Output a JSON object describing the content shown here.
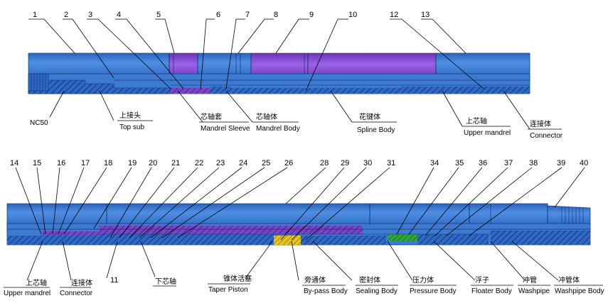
{
  "colors": {
    "body_blue": "#3f7fd6",
    "body_highlight": "#6fa8ee",
    "body_shadow": "#1e4f9c",
    "section_blue": "#2f68c4",
    "hatch": "#0b2a66",
    "purple": "#8a4fd6",
    "purple_dark": "#5e2a9e",
    "green": "#2fa83a",
    "yellow": "#e6c61e",
    "line": "#000000"
  },
  "top_assembly": {
    "numbers": [
      "1",
      "2",
      "3",
      "4",
      "5",
      "6",
      "7",
      "8",
      "9",
      "10",
      "12",
      "13"
    ],
    "labels": [
      {
        "cn": "",
        "en": "NC50"
      },
      {
        "cn": "上接头",
        "en": "Top sub"
      },
      {
        "cn": "芯轴套",
        "en": "Mandrel Sleeve"
      },
      {
        "cn": "芯轴体",
        "en": "Mandrel Body"
      },
      {
        "cn": "花键体",
        "en": "Spline Body"
      },
      {
        "cn": "上芯轴",
        "en": "Upper mandrel"
      },
      {
        "cn": "连接体",
        "en": "Connector"
      }
    ]
  },
  "bottom_assembly": {
    "numbers": [
      "14",
      "15",
      "16",
      "17",
      "18",
      "19",
      "20",
      "21",
      "22",
      "23",
      "24",
      "25",
      "26",
      "28",
      "29",
      "30",
      "31",
      "34",
      "35",
      "36",
      "37",
      "38",
      "39",
      "40",
      "11"
    ],
    "labels": [
      {
        "cn": "上芯轴",
        "en": "Upper mandrel"
      },
      {
        "cn": "连接体",
        "en": "Connector"
      },
      {
        "cn": "下芯轴",
        "en": ""
      },
      {
        "cn": "锥体活塞",
        "en": "Taper Piston"
      },
      {
        "cn": "旁通体",
        "en": "By-pass Body"
      },
      {
        "cn": "密封体",
        "en": "Sealing Body"
      },
      {
        "cn": "压力体",
        "en": "Pressure Body"
      },
      {
        "cn": "浮子",
        "en": "Floater Body"
      },
      {
        "cn": "冲管",
        "en": "Washpipe"
      },
      {
        "cn": "冲管体",
        "en": "Washpipe Body"
      }
    ]
  }
}
